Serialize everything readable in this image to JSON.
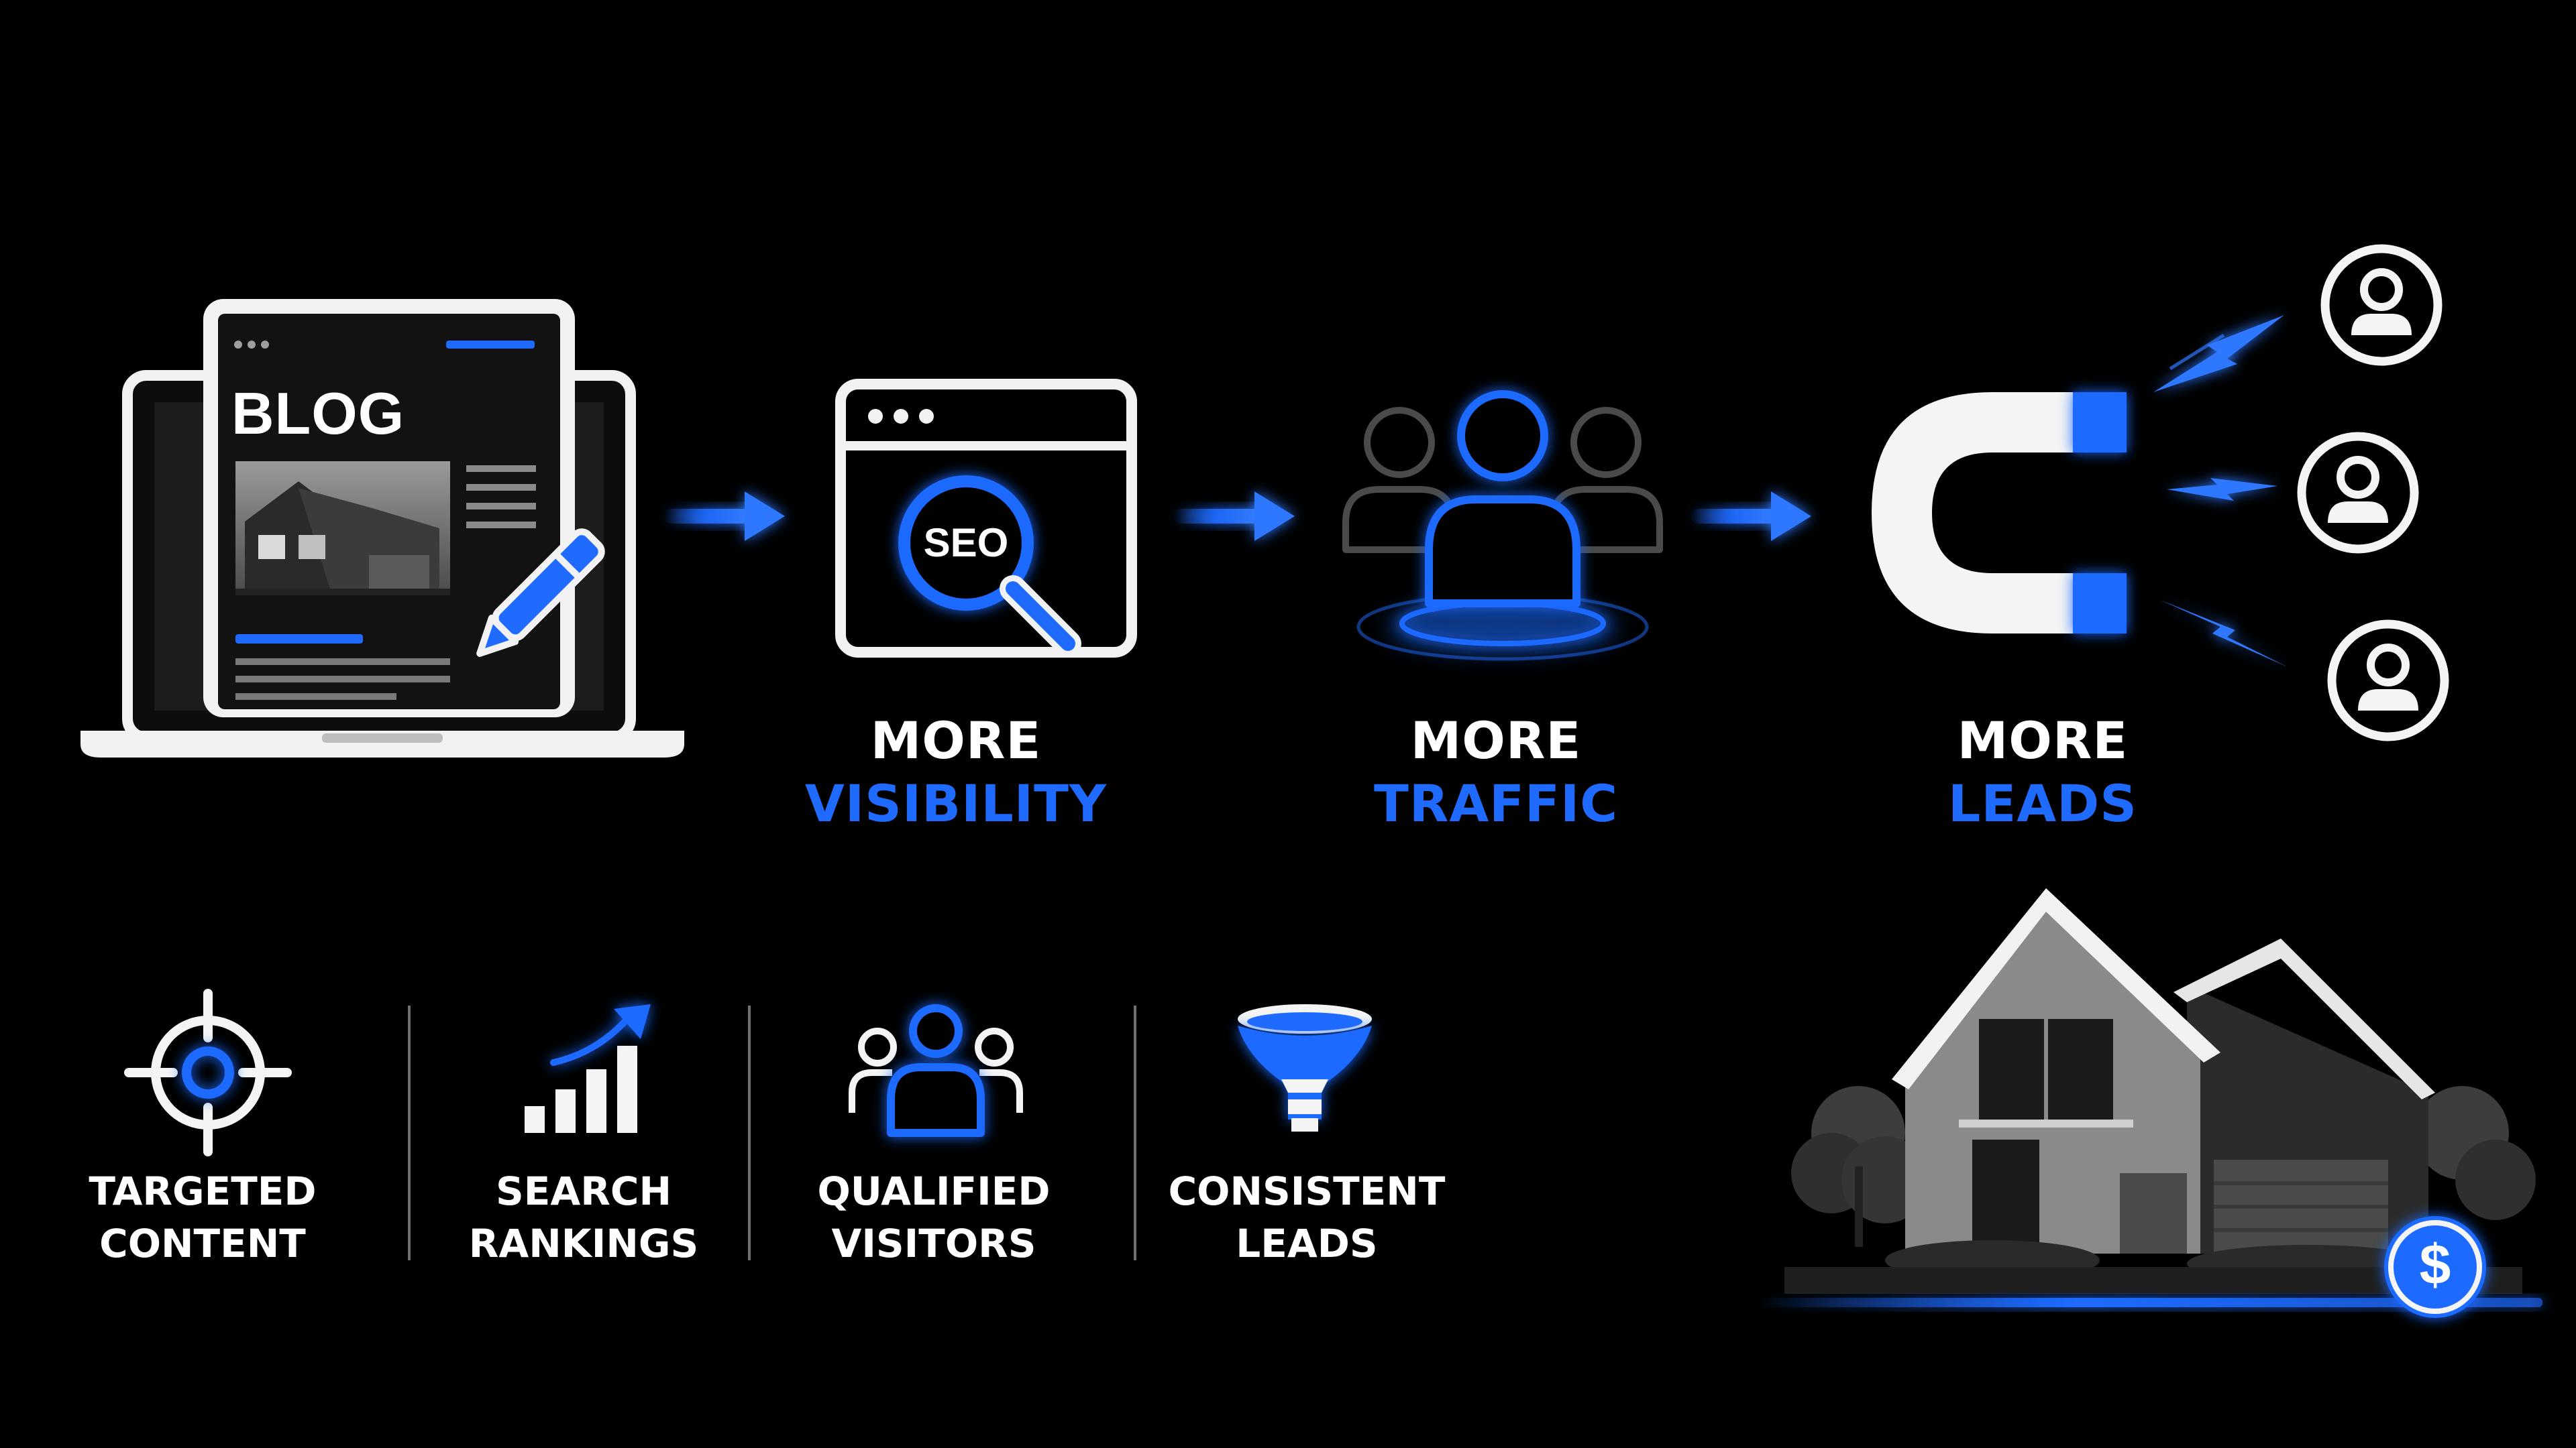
{
  "blog_card": {
    "title": "BLOG"
  },
  "seo_window": {
    "badge": "SEO"
  },
  "steps": [
    {
      "line1": "MORE",
      "line2": "VISIBILITY"
    },
    {
      "line1": "MORE",
      "line2": "TRAFFIC"
    },
    {
      "line1": "MORE",
      "line2": "LEADS"
    }
  ],
  "benefits": [
    {
      "line1": "TARGETED",
      "line2": "CONTENT",
      "icon": "target-icon"
    },
    {
      "line1": "SEARCH",
      "line2": "RANKINGS",
      "icon": "rising-bar-chart-icon"
    },
    {
      "line1": "QUALIFIED",
      "line2": "VISITORS",
      "icon": "visitor-group-icon"
    },
    {
      "line1": "CONSISTENT",
      "line2": "LEADS",
      "icon": "funnel-icon"
    }
  ],
  "house_badge": {
    "symbol": "$"
  },
  "colors": {
    "accent": "#1f6bff",
    "background": "#000000",
    "text": "#ffffff"
  }
}
